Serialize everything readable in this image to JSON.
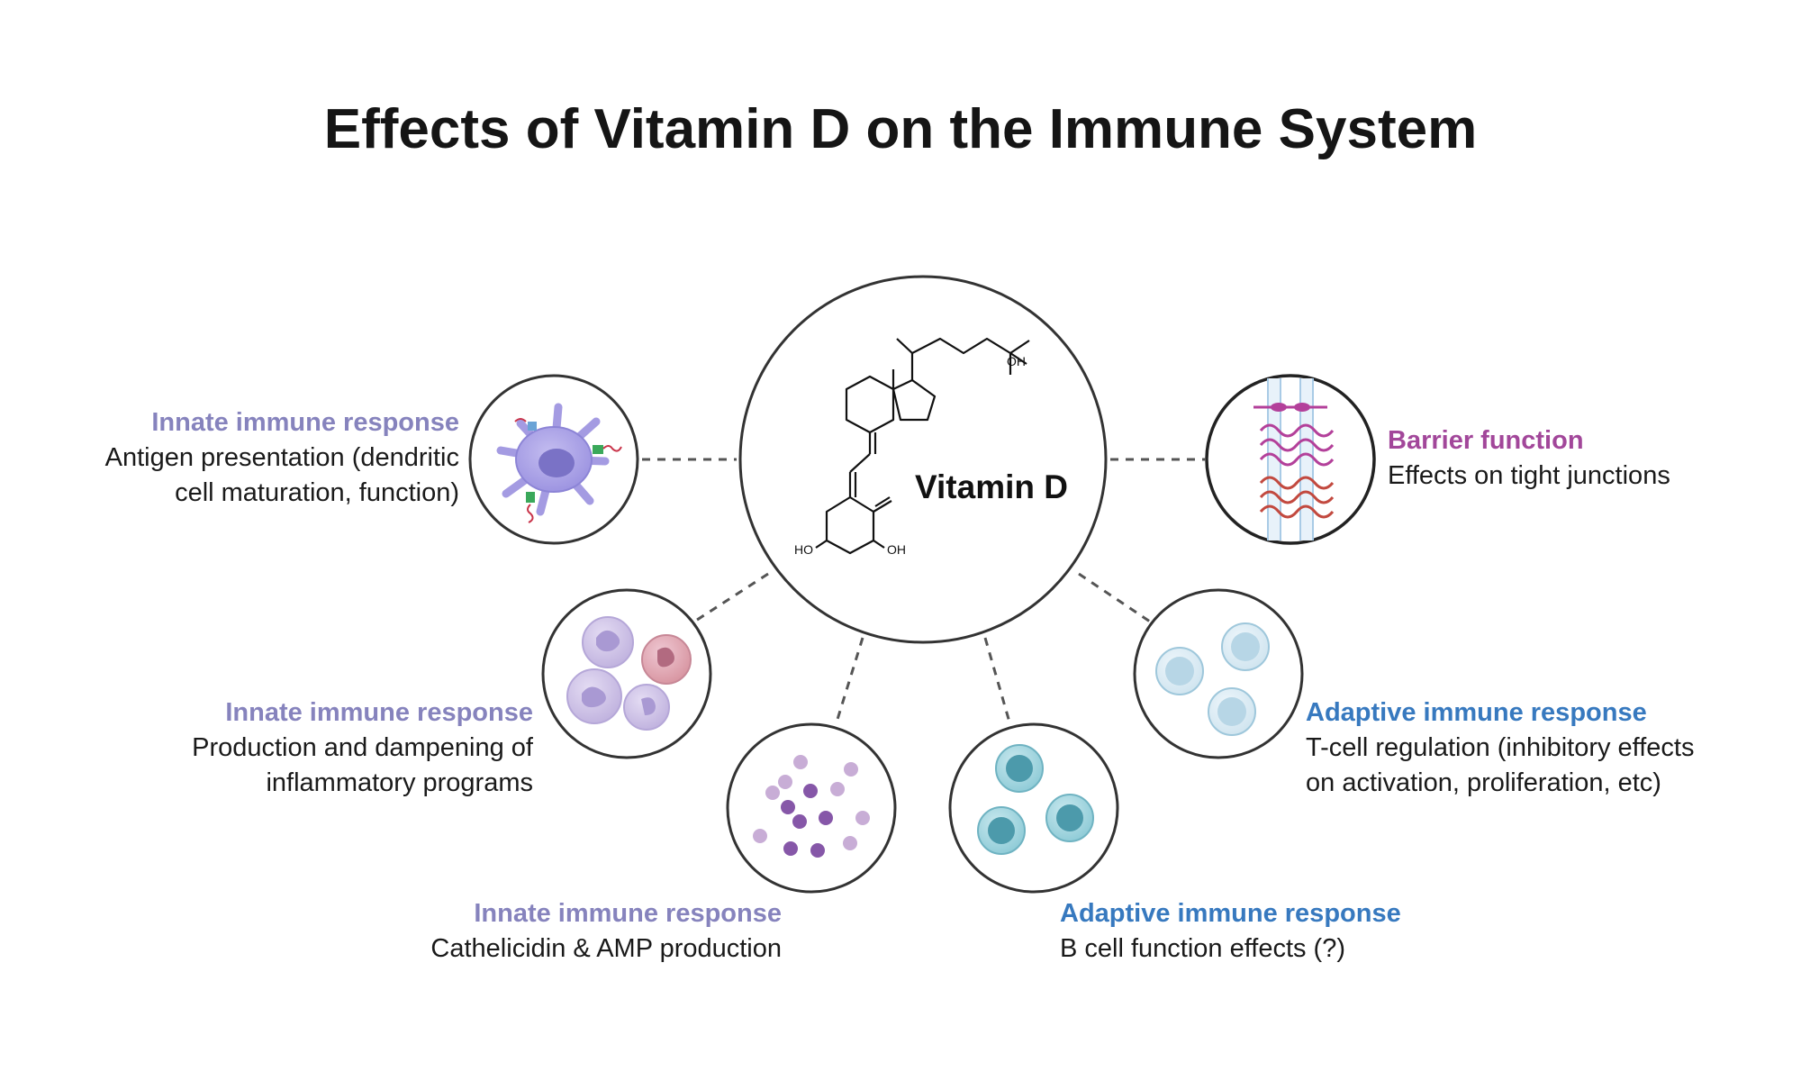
{
  "title": "Effects of Vitamin D on the Immune System",
  "center": {
    "label": "Vitamin D",
    "oh_top": "OH",
    "ho_left": "HO",
    "oh_right": "OH"
  },
  "colors": {
    "innate": "#8683bd",
    "adaptive": "#3779bf",
    "barrier": "#a2479a"
  },
  "nodes": [
    {
      "id": "antigen",
      "heading": "Innate immune response",
      "description": "Antigen presentation (dendritic\ncell maturation, function)",
      "category": "innate",
      "icon": "dendritic-cell-icon"
    },
    {
      "id": "inflammatory",
      "heading": "Innate immune response",
      "description": "Production and  dampening of\ninflammatory programs",
      "category": "innate",
      "icon": "granulocytes-icon"
    },
    {
      "id": "cathelicidin",
      "heading": "Innate immune response",
      "description": "Cathelicidin & AMP production",
      "category": "innate",
      "icon": "antimicrobial-peptides-icon"
    },
    {
      "id": "bcell",
      "heading": "Adaptive immune response",
      "description": "B cell function effects (?)",
      "category": "adaptive",
      "icon": "b-cells-icon"
    },
    {
      "id": "tcell",
      "heading": "Adaptive immune response",
      "description": "T-cell regulation (inhibitory effects\non activation, proliferation, etc)",
      "category": "adaptive",
      "icon": "t-cells-icon"
    },
    {
      "id": "barrier",
      "heading": "Barrier function",
      "description": "Effects on tight junctions",
      "category": "barrier",
      "icon": "tight-junction-icon"
    }
  ]
}
